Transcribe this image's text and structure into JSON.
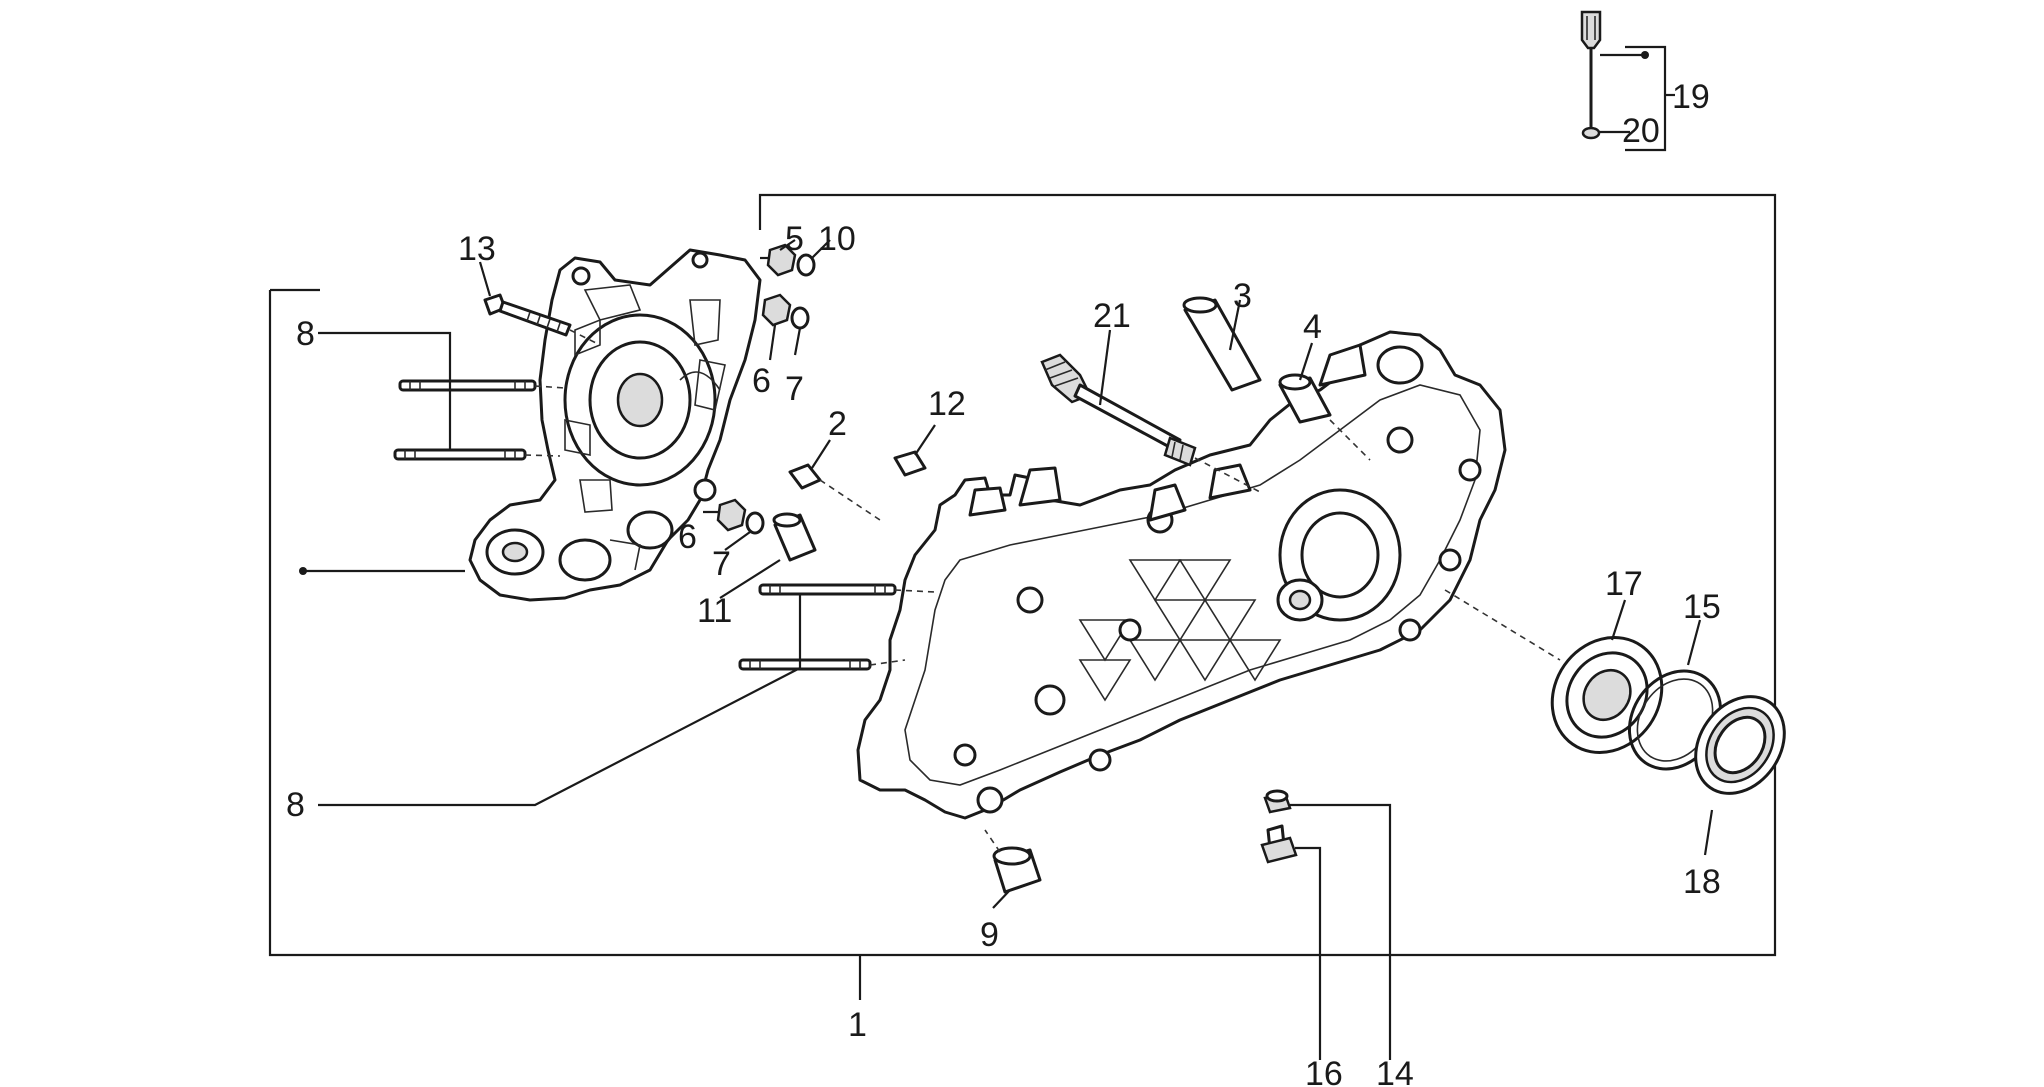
{
  "diagram": {
    "callouts": {
      "c1": "1",
      "c2": "2",
      "c3": "3",
      "c4": "4",
      "c5": "5",
      "c6a": "6",
      "c6b": "6",
      "c7a": "7",
      "c7b": "7",
      "c8a": "8",
      "c8b": "8",
      "c9": "9",
      "c10": "10",
      "c11": "11",
      "c12": "12",
      "c13": "13",
      "c14": "14",
      "c15": "15",
      "c16": "16",
      "c17": "17",
      "c18": "18",
      "c19": "19",
      "c20": "20",
      "c21": "21"
    }
  }
}
